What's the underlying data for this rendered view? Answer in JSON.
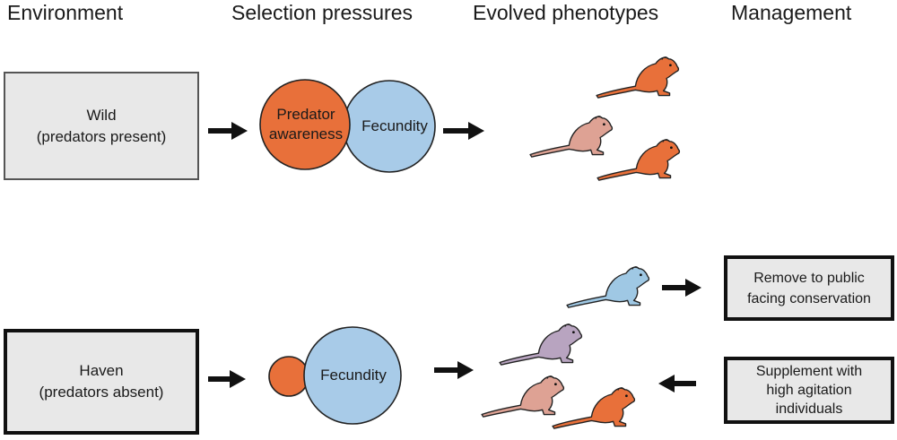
{
  "headers": {
    "environment": "Environment",
    "selection": "Selection pressures",
    "phenotypes": "Evolved phenotypes",
    "management": "Management"
  },
  "wild": {
    "env_line1": "Wild",
    "env_line2": "(predators present)",
    "pressure_large": "Predator awareness",
    "pressure_large_line1": "Predator",
    "pressure_large_line2": "awareness",
    "pressure_small": "Fecundity"
  },
  "haven": {
    "env_line1": "Haven",
    "env_line2": "(predators absent)",
    "pressure": "Fecundity"
  },
  "management": {
    "remove_line1": "Remove to public",
    "remove_line2": "facing conservation",
    "supplement_line1": "Supplement with",
    "supplement_line2": "high agitation",
    "supplement_line3": "individuals"
  },
  "colors": {
    "predator_orange": "#e8703a",
    "fecundity_blue": "#a8cbe8",
    "pink": "#dea294",
    "purple": "#b8a4c0",
    "blue_animal": "#9fc8e4",
    "box_fill": "#e8e8e8"
  }
}
